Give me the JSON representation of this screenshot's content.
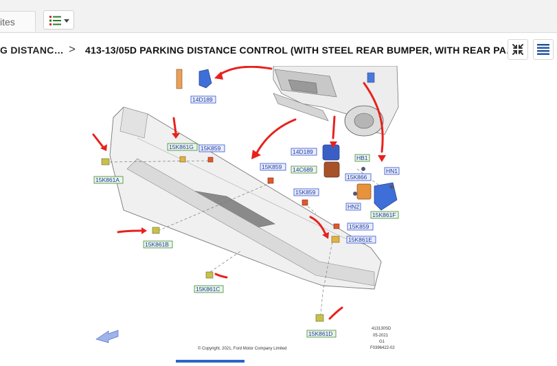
{
  "topbar": {
    "favorites_tab": "ites",
    "view_menu_icon": "list-view-icon",
    "dropdown_icon": "chevron-down-icon"
  },
  "breadcrumb": {
    "previous": "G DISTANC…",
    "separator": ">",
    "current": "413-13/05D PARKING DISTANCE CONTROL (WITH STEEL REAR BUMPER, WITH REAR PA…"
  },
  "tools": {
    "collapse_icon": "collapse-arrows-icon",
    "menu_icon": "hamburger-menu-icon"
  },
  "diagram": {
    "labels": {
      "l14d189_top": "14D189",
      "l15k861g": "15K861G",
      "l15k859_a": "15K859",
      "l15k861a": "15K861A",
      "l15k859_b": "15K859",
      "l14d189_mid": "14D189",
      "l14c689": "14C689",
      "l15k859_c": "15K859",
      "hb1": "HB1",
      "hn1": "HN1",
      "l15k866": "15K866",
      "hn2": "HN2",
      "l15k861f": "15K861F",
      "l15k861b": "15K861B",
      "l15k859_d": "15K859",
      "l15k861e": "15K861E",
      "l15k861c": "15K861C",
      "l15k861d": "15K861D"
    },
    "ref_code": "413130SD",
    "ref_date": "05-2021",
    "ref_g": "G1",
    "ref_fig": "F0396422-02",
    "copyright": "© Copyright, 2021, Ford Motor Company Limited",
    "accent_red": "#e8211c",
    "label_blue": "#2f4fd0",
    "label_green": "#3b8a2e"
  }
}
